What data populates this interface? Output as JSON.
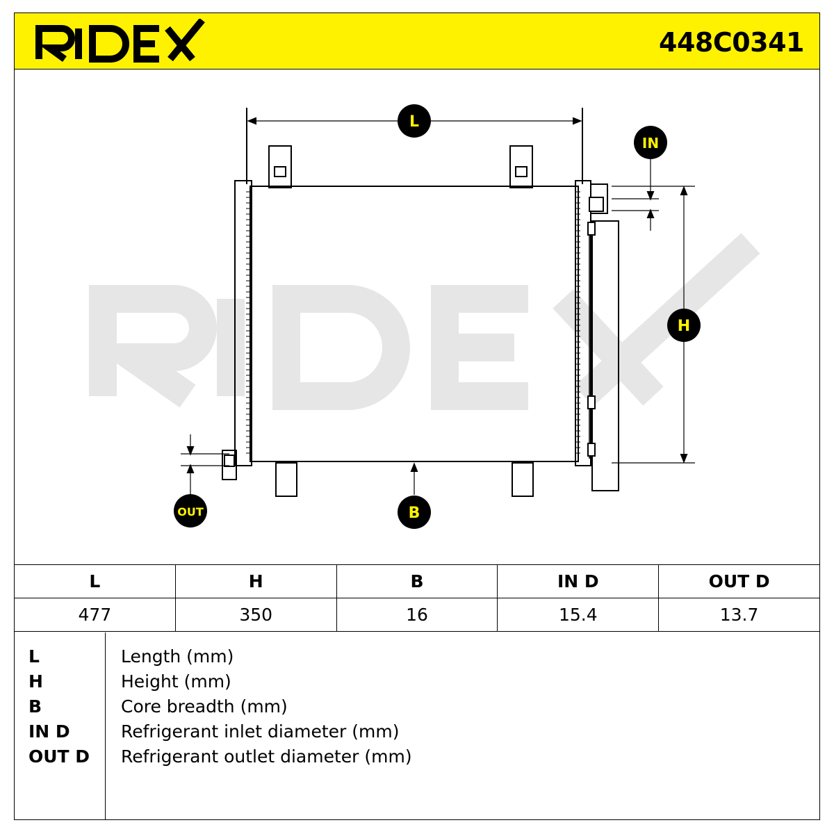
{
  "header": {
    "brand": "RIDEX",
    "part_number": "448C0341",
    "background": "#fff200"
  },
  "drawing": {
    "watermark": "RIDEX",
    "labels": {
      "L": "L",
      "H": "H",
      "B": "B",
      "IN": "IN",
      "OUT": "OUT"
    },
    "label_text_color": "#fff200"
  },
  "spec_table": {
    "columns": [
      "L",
      "H",
      "B",
      "IN D",
      "OUT D"
    ],
    "values": [
      "477",
      "350",
      "16",
      "15.4",
      "13.7"
    ]
  },
  "legend": [
    {
      "key": "L",
      "desc": "Length (mm)"
    },
    {
      "key": "H",
      "desc": "Height (mm)"
    },
    {
      "key": "B",
      "desc": "Core breadth (mm)"
    },
    {
      "key": "IN D",
      "desc": "Refrigerant inlet diameter (mm)"
    },
    {
      "key": "OUT D",
      "desc": "Refrigerant outlet diameter (mm)"
    }
  ]
}
